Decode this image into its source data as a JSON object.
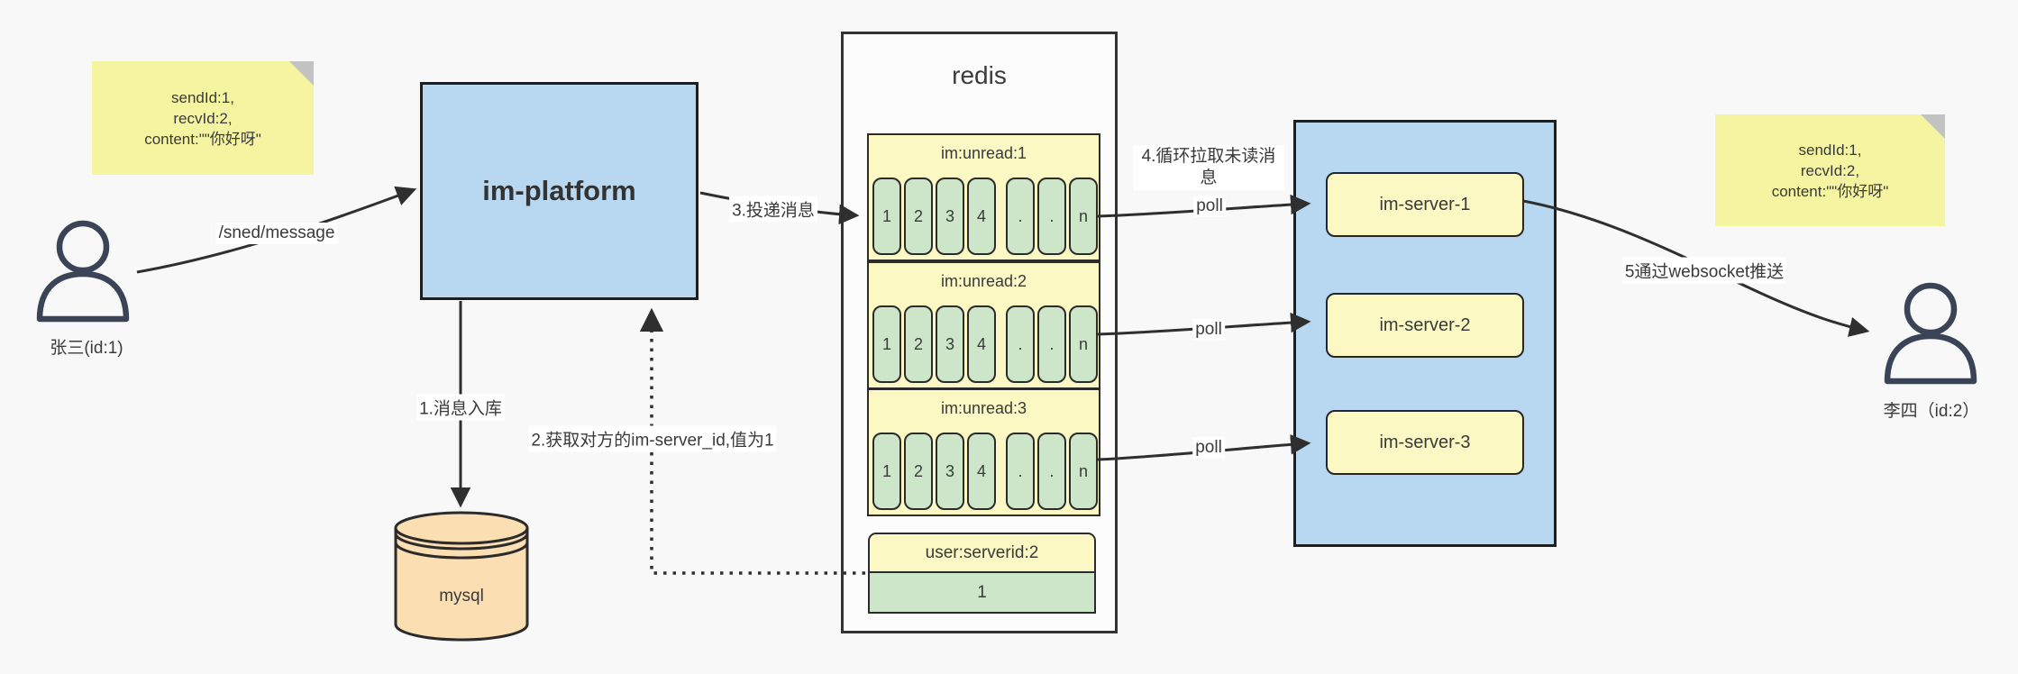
{
  "colors": {
    "bg": "#f8f8f8",
    "blue": "#b8d8f2",
    "box_yellow": "#fbf8c4",
    "note_yellow": "#f5f5a1",
    "note_fold": "#c2c2c2",
    "green": "#cde6ca",
    "orange": "#fbdfb2",
    "ink": "#3a3a3a",
    "arrow": "#2f2f2f",
    "person": "#3a4456",
    "label_bg": "#ffffff",
    "redis_bg": "#fcfcfc"
  },
  "sender": {
    "label": "张三(id:1)"
  },
  "receiver": {
    "label": "李四（id:2）"
  },
  "note_left": {
    "line1": "sendId:1,",
    "line2": "recvId:2,",
    "line3": "content:\"\"你好呀\""
  },
  "note_right": {
    "line1": "sendId:1,",
    "line2": "recvId:2,",
    "line3": "content:\"\"你好呀\""
  },
  "platform": {
    "label": "im-platform"
  },
  "mysql": {
    "label": "mysql"
  },
  "redis": {
    "title": "redis",
    "queues": [
      {
        "name": "im:unread:1",
        "cells": [
          "1",
          "2",
          "3",
          "4",
          ".",
          ".",
          "n"
        ]
      },
      {
        "name": "im:unread:2",
        "cells": [
          "1",
          "2",
          "3",
          "4",
          ".",
          ".",
          "n"
        ]
      },
      {
        "name": "im:unread:3",
        "cells": [
          "1",
          "2",
          "3",
          "4",
          ".",
          ".",
          "n"
        ]
      }
    ],
    "kv": {
      "key": "user:serverid:2",
      "value": "1"
    }
  },
  "server_group": {
    "servers": [
      {
        "label": "im-server-1"
      },
      {
        "label": "im-server-2"
      },
      {
        "label": "im-server-3"
      }
    ]
  },
  "flows": {
    "send_api": "/sned/message",
    "step1": "1.消息入库",
    "step2": "2.获取对方的im-server_id,值为1",
    "step3": "3.投递消息",
    "step4": "4.循环拉取未读消息",
    "step5": "5通过websocket推送",
    "poll": "poll"
  }
}
